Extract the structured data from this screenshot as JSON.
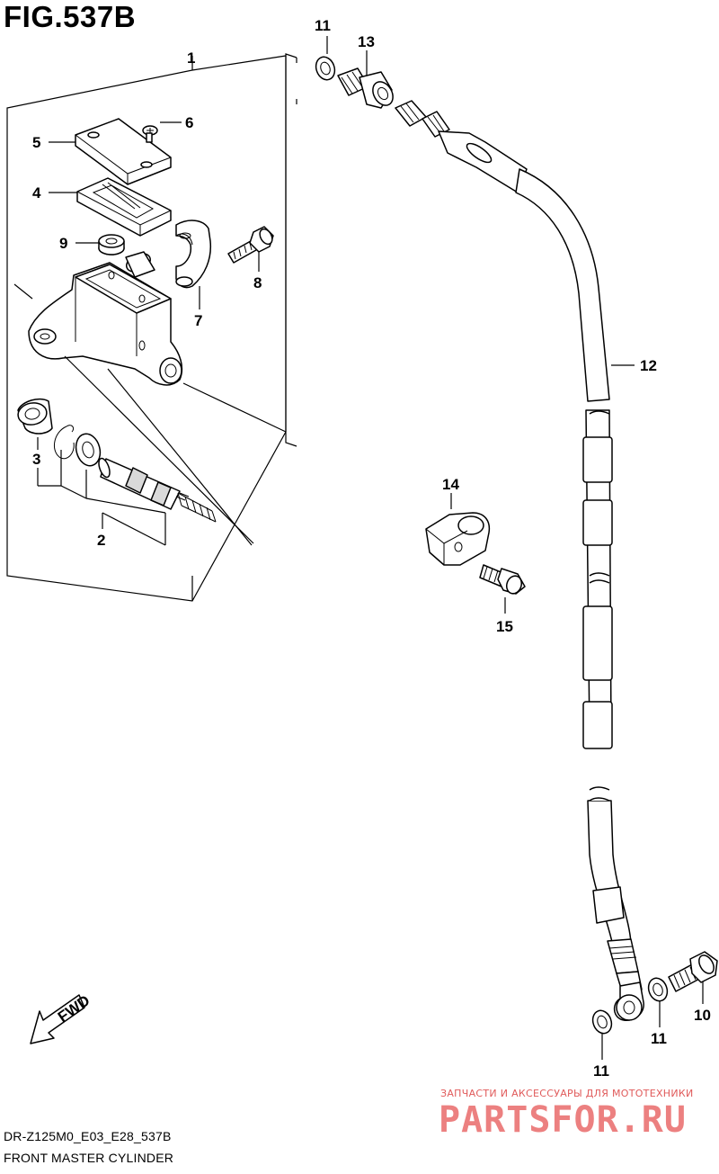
{
  "figure": {
    "title": "FIG.537B",
    "model_code": "DR-Z125M0_E03_E28_537B",
    "caption": "FRONT MASTER CYLINDER"
  },
  "callouts": {
    "c1": "1",
    "c2": "2",
    "c3": "3",
    "c4": "4",
    "c5": "5",
    "c6": "6",
    "c7": "7",
    "c8": "8",
    "c9": "9",
    "c10": "10",
    "c11a": "11",
    "c11b": "11",
    "c11c": "11",
    "c12": "12",
    "c13": "13",
    "c14": "14",
    "c15": "15"
  },
  "direction_badge": {
    "text": "FWD"
  },
  "watermark": {
    "tagline": "ЗАПЧАСТИ И АКСЕССУАРЫ ДЛЯ МОТОТЕХНИКИ",
    "brand": "PARTSFOR.RU"
  },
  "icons": {
    "direction": "fwd-arrow-icon"
  }
}
